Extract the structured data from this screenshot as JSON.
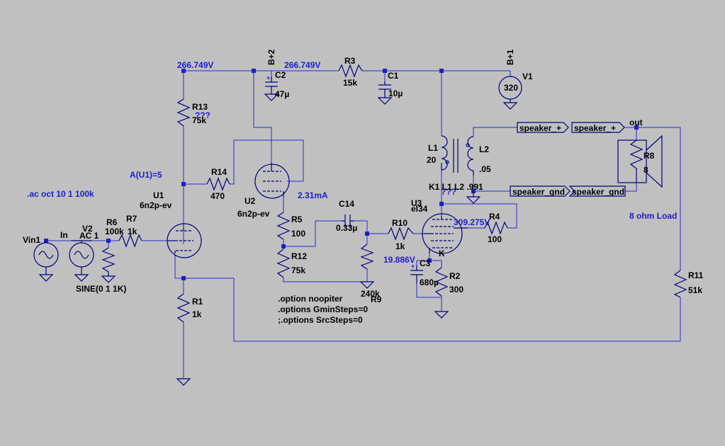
{
  "colors": {
    "background": "#c0c0c0",
    "wire": "#2a2ad0",
    "component": "#000080",
    "label": "#000000",
    "annotation": "#1e1ecc"
  },
  "nets": {
    "b2": "B+2",
    "b1": "B+1",
    "in": "In",
    "out": "out",
    "spk_plus_a": "speaker_+",
    "spk_plus_b": "speaker_+",
    "spk_gnd_a": "speaker_gnd",
    "spk_gnd_b": "speaker_gnd"
  },
  "voltages": {
    "u1_plate": "266.749V",
    "b2_node": "266.749V",
    "u2_current": "2.31mA",
    "u3_grid": "309.275V",
    "u3_cathode": "19.886V",
    "gain": "A(U1)=5",
    "r13_q": "???",
    "k1_q": "???"
  },
  "components": {
    "vin1": {
      "name": "Vin1"
    },
    "v2": {
      "name": "V2",
      "alt": "AC 1",
      "value": "SINE(0 1 1K)"
    },
    "r6": {
      "name": "R6",
      "value": "100k"
    },
    "r7": {
      "name": "R7",
      "value": "1k"
    },
    "u1": {
      "name": "U1",
      "model": "6n2p-ev"
    },
    "r13": {
      "name": "R13",
      "value": "75k"
    },
    "r14": {
      "name": "R14",
      "value": "470"
    },
    "r1": {
      "name": "R1",
      "value": "1k"
    },
    "u2": {
      "name": "U2",
      "model": "6n2p-ev"
    },
    "r5": {
      "name": "R5",
      "value": "100"
    },
    "r12": {
      "name": "R12",
      "value": "75k"
    },
    "c2": {
      "name": "C2",
      "value": "47µ"
    },
    "r3": {
      "name": "R3",
      "value": "15k"
    },
    "c1": {
      "name": "C1",
      "value": "10µ"
    },
    "v1": {
      "name": "V1",
      "value": "320"
    },
    "c14": {
      "name": "C14",
      "value": "0.33µ"
    },
    "r9": {
      "name": "R9",
      "value": "240k"
    },
    "r10": {
      "name": "R10",
      "value": "1k"
    },
    "u3": {
      "name": "U3",
      "model": "el34"
    },
    "r4": {
      "name": "R4",
      "value": "100"
    },
    "c3": {
      "name": "C3",
      "value": "680µ"
    },
    "r2": {
      "name": "R2",
      "value": "300"
    },
    "l1": {
      "name": "L1",
      "value": "20"
    },
    "l2": {
      "name": "L2",
      "value": ".05"
    },
    "k1": {
      "name": "K1 L1 L2 .991"
    },
    "r8": {
      "name": "R8",
      "value": "8"
    },
    "r11": {
      "name": "R11",
      "value": "51k"
    },
    "k_pin": "K"
  },
  "directives": {
    "ac": ".ac oct 10 1 100k",
    "opt1": ".option noopiter",
    "opt2": ".options GminSteps=0",
    "opt3": ";.options SrcSteps=0"
  },
  "annotations": {
    "load": "8  ohm Load"
  }
}
